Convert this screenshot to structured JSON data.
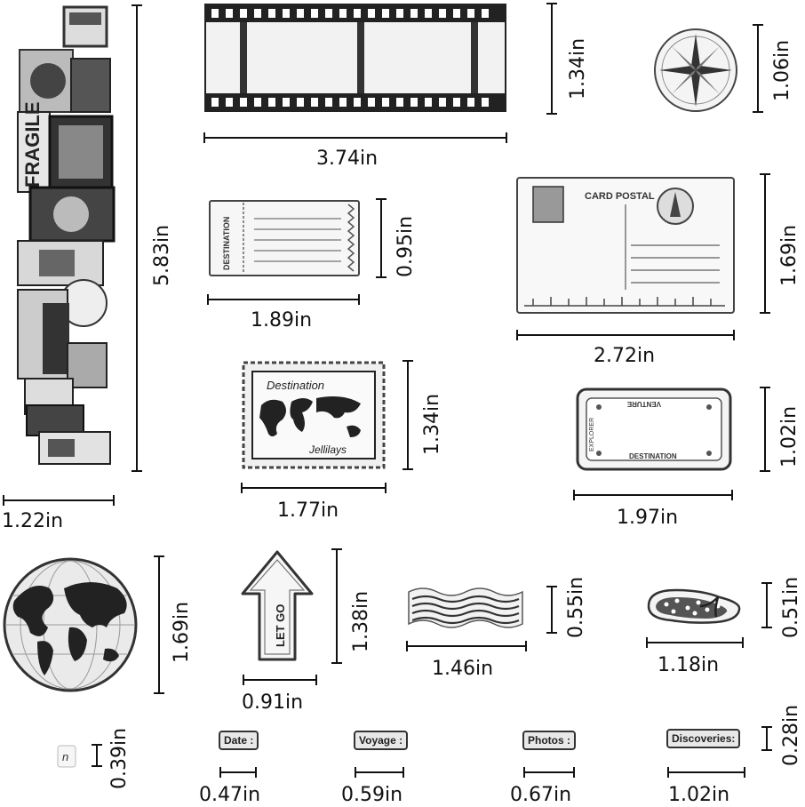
{
  "stamps": {
    "collage": {
      "width": "1.22in",
      "height": "5.83in",
      "text": "FRAGILE"
    },
    "film_strip": {
      "width": "3.74in",
      "height": "1.34in"
    },
    "compass": {
      "height": "1.06in"
    },
    "ticket": {
      "width": "1.89in",
      "height": "0.95in",
      "text": "DESTINATION"
    },
    "postcard": {
      "width": "2.72in",
      "height": "1.69in",
      "text": "CARD POSTAL"
    },
    "map_stamp": {
      "width": "1.77in",
      "height": "1.34in",
      "text_top": "Destination",
      "text_bottom": "Jellilays"
    },
    "license_plate": {
      "width": "1.97in",
      "height": "1.02in",
      "text_top": "VENTURE",
      "text_side": "EXPLORER",
      "text_bottom": "DESTINATION"
    },
    "globe": {
      "height": "1.69in"
    },
    "arrow": {
      "width": "0.91in",
      "height": "1.38in",
      "text": "LET GO"
    },
    "postmark_waves": {
      "width": "1.46in",
      "height": "0.55in"
    },
    "flip_flop": {
      "width": "1.18in",
      "height": "0.51in"
    },
    "small_mark": {
      "height": "0.39in",
      "text": "n"
    },
    "date_word": {
      "width": "0.47in",
      "text": "Date :"
    },
    "voyage_word": {
      "width": "0.59in",
      "text": "Voyage :"
    },
    "photos_word": {
      "width": "0.67in",
      "text": "Photos :"
    },
    "discoveries_word": {
      "width": "1.02in",
      "height": "0.28in",
      "text": "Discoveries:"
    }
  }
}
